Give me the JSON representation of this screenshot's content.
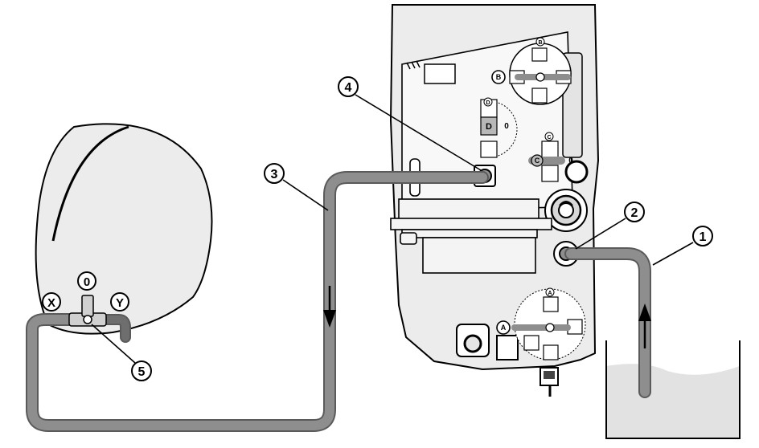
{
  "callouts": {
    "c1": "1",
    "c2": "2",
    "c3": "3",
    "c4": "4",
    "c5": "5"
  },
  "valve": {
    "zero": "0",
    "x": "X",
    "y": "Y"
  },
  "knobs": {
    "a": "A",
    "b": "B",
    "c": "C",
    "d": "D",
    "c_value": "0",
    "d_value": "0"
  },
  "colors": {
    "hose": "#8e8e8e",
    "hose_edge": "#5a5a5a",
    "machine_fill": "#ececec",
    "bag_fill": "#ececec",
    "liquid": "#e2e2e2",
    "line": "#000000"
  }
}
